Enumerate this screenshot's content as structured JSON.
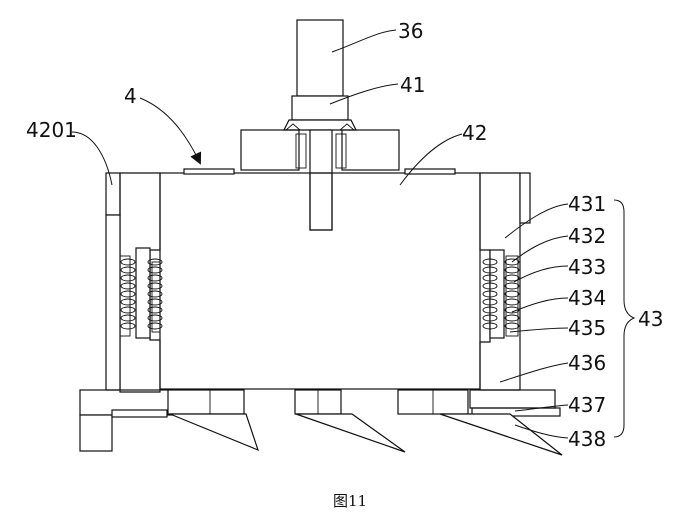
{
  "figure": {
    "caption": "图11",
    "labels": {
      "l36": "36",
      "l41": "41",
      "l4": "4",
      "l4201": "4201",
      "l42": "42",
      "l431": "431",
      "l432": "432",
      "l433": "433",
      "l434": "434",
      "l435": "435",
      "l43": "43",
      "l436": "436",
      "l437": "437",
      "l438": "438"
    }
  }
}
